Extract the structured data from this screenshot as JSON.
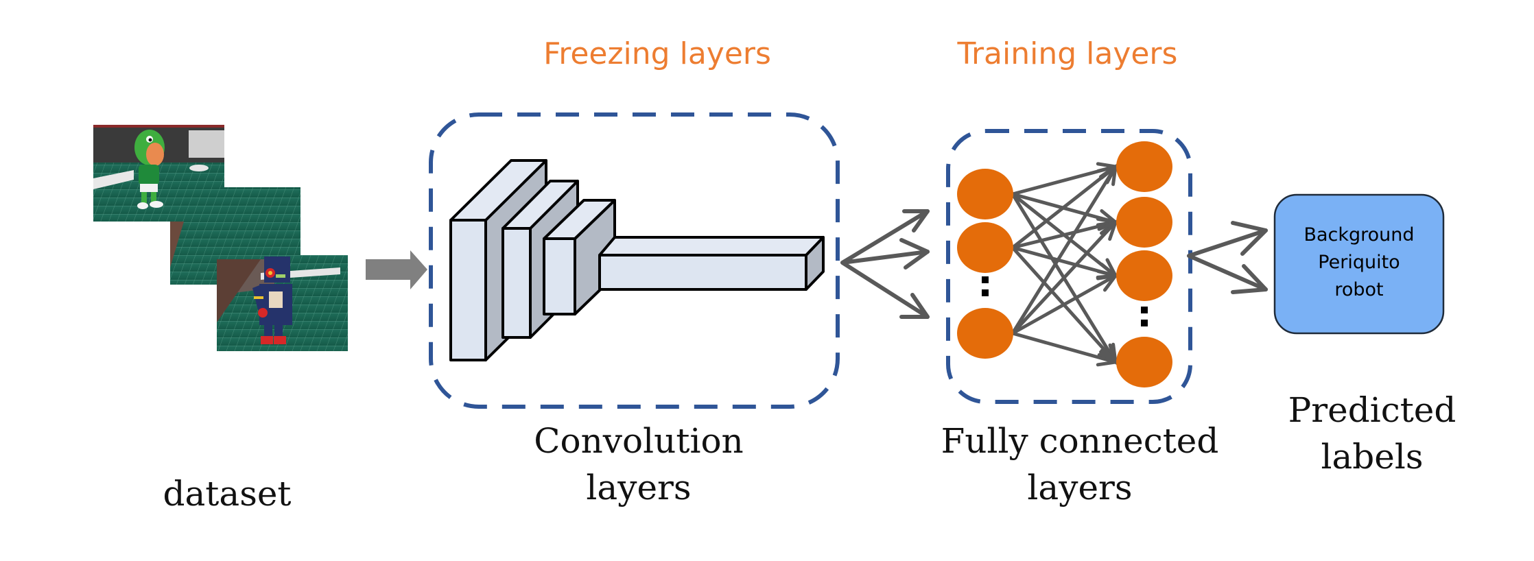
{
  "titles": {
    "freezing": "Freezing layers",
    "training": "Training layers"
  },
  "captions": {
    "dataset": "dataset",
    "convolution": [
      "Convolution",
      "layers"
    ],
    "fully_connected": [
      "Fully connected",
      "layers"
    ],
    "predicted": [
      "Predicted",
      "labels"
    ]
  },
  "output_box": {
    "lines": [
      "Background",
      "Periquito",
      "robot"
    ]
  },
  "dataset_images": [
    {
      "subject": "green parrot mascot figurine on cutting mat"
    },
    {
      "subject": "empty green cutting mat with brown background"
    },
    {
      "subject": "blue toy robot on cutting mat"
    }
  ],
  "network": {
    "input_nodes_visible": 3,
    "output_nodes_visible": 4,
    "ellipsis": "⋮"
  },
  "colors": {
    "title_orange": "#ed7d31",
    "node_orange": "#e46c0a",
    "dash_blue": "#2f5597",
    "output_blue": "#7ab1f5",
    "arrow_gray": "#595959",
    "input_arrow_gray": "#808080",
    "cube_face": "#dde5f1",
    "cube_side": "#b3bac5"
  }
}
